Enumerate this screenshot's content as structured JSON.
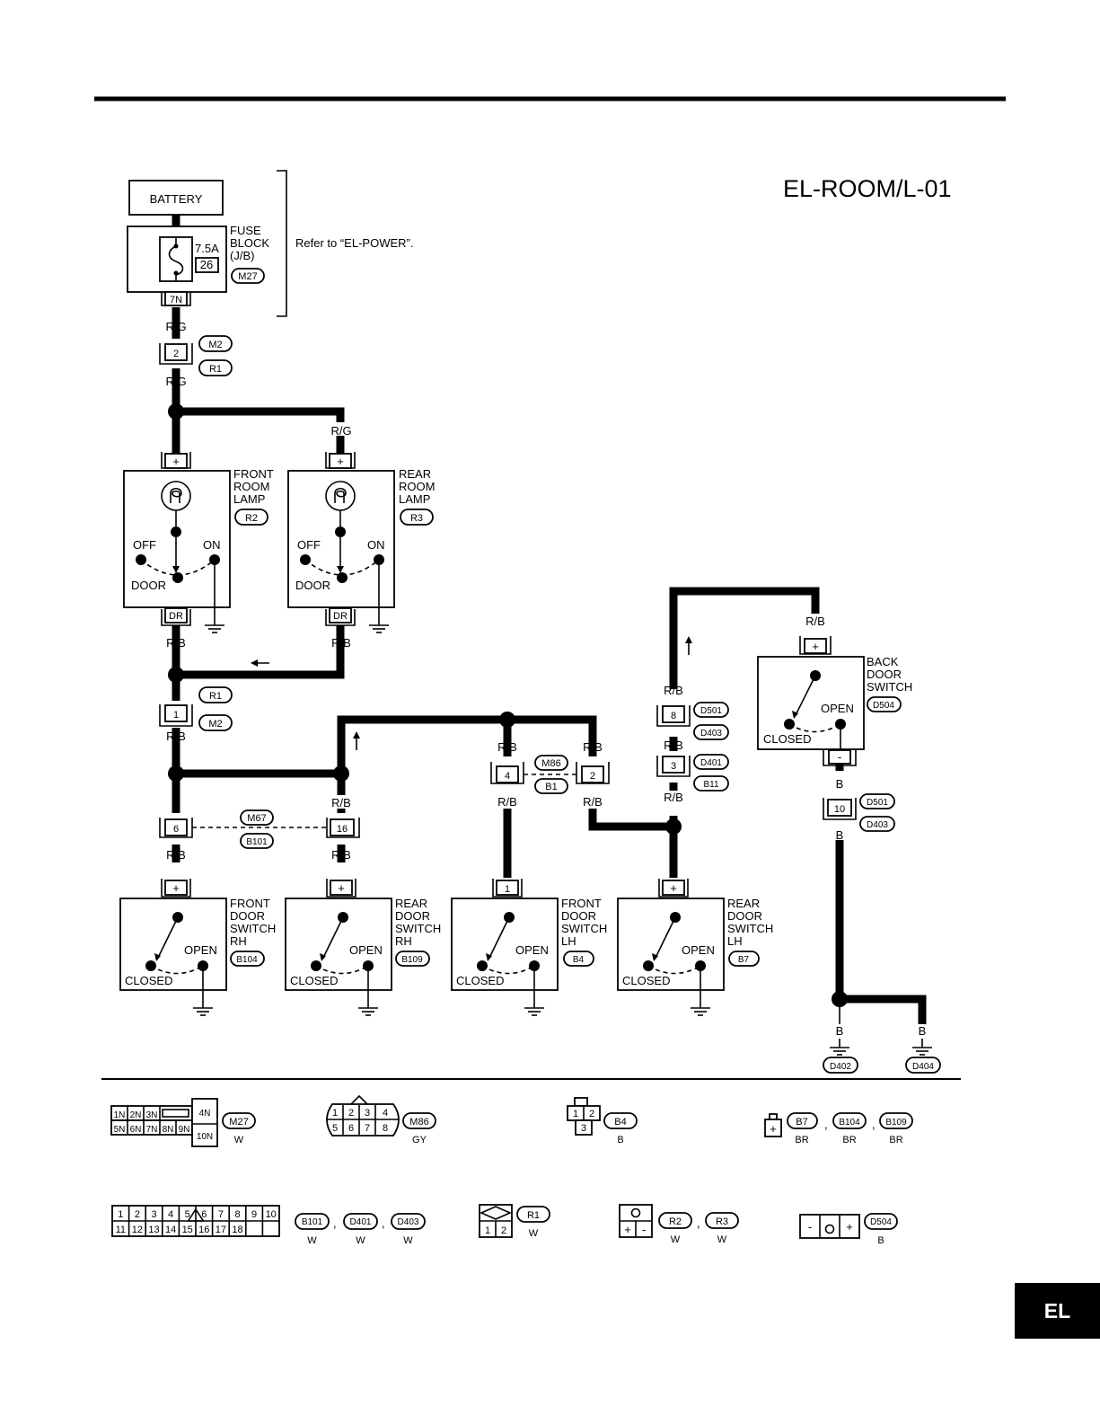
{
  "diagram_id": "EL-ROOM/L-01",
  "section_tab": "EL",
  "battery": "BATTERY",
  "fuse_block": {
    "name": [
      "FUSE",
      "BLOCK",
      "(J/B)"
    ],
    "rating": "7.5A",
    "number": "26",
    "connector": "M27",
    "terminal": "7N"
  },
  "refer_text": "Refer to “EL-POWER”.",
  "wires": {
    "rg": "R/G",
    "rb": "R/B",
    "b": "B"
  },
  "terminals": {
    "plus": "+",
    "minus": "-",
    "dr": "DR",
    "t1": "1",
    "t2": "2",
    "t3": "3",
    "t4": "4",
    "t6": "6",
    "t8": "8",
    "t10": "10",
    "t16": "16"
  },
  "lamps": {
    "front": {
      "name": [
        "FRONT",
        "ROOM",
        "LAMP"
      ],
      "connector": "R2"
    },
    "rear": {
      "name": [
        "REAR",
        "ROOM",
        "LAMP"
      ],
      "connector": "R3"
    },
    "off": "OFF",
    "on": "ON",
    "door": "DOOR"
  },
  "switches": {
    "front_rh": {
      "name": [
        "FRONT",
        "DOOR",
        "SWITCH",
        "RH"
      ],
      "connector": "B104"
    },
    "rear_rh": {
      "name": [
        "REAR",
        "DOOR",
        "SWITCH",
        "RH"
      ],
      "connector": "B109"
    },
    "front_lh": {
      "name": [
        "FRONT",
        "DOOR",
        "SWITCH",
        "LH"
      ],
      "connector": "B4"
    },
    "rear_lh": {
      "name": [
        "REAR",
        "DOOR",
        "SWITCH",
        "LH"
      ],
      "connector": "B7"
    },
    "back": {
      "name": [
        "BACK",
        "DOOR",
        "SWITCH"
      ],
      "connector": "D504"
    },
    "open": "OPEN",
    "closed": "CLOSED"
  },
  "connectors": {
    "m2": "M2",
    "r1": "R1",
    "m67": "M67",
    "b101": "B101",
    "m86": "M86",
    "b1": "B1",
    "d501": "D501",
    "d403": "D403",
    "d401": "D401",
    "b11": "B11",
    "d402": "D402",
    "d404": "D404"
  },
  "legend": {
    "m27": {
      "pins_top": [
        "1N",
        "2N",
        "3N",
        "4N"
      ],
      "pins_bottom": [
        "5N",
        "6N",
        "7N",
        "8N",
        "9N",
        "10N"
      ],
      "id": "M27",
      "color": "W"
    },
    "m86": {
      "pins_top": [
        "1",
        "2",
        "3",
        "4"
      ],
      "pins_bottom": [
        "5",
        "6",
        "7",
        "8"
      ],
      "id": "M86",
      "color": "GY"
    },
    "b4": {
      "pins": [
        "1",
        "2",
        "3"
      ],
      "id": "B4",
      "color": "B"
    },
    "b7": {
      "pin": "+",
      "ids": [
        "B7",
        "B104",
        "B109"
      ],
      "colors": [
        "BR",
        "BR",
        "BR"
      ],
      "sep": ","
    },
    "b101": {
      "pins_top": [
        "1",
        "2",
        "3",
        "4",
        "5",
        "6",
        "7",
        "8",
        "9",
        "10"
      ],
      "pins_bottom": [
        "11",
        "12",
        "13",
        "14",
        "15",
        "16",
        "17",
        "18"
      ],
      "ids": [
        "B101",
        "D401",
        "D403"
      ],
      "colors": [
        "W",
        "W",
        "W"
      ],
      "sep": ","
    },
    "r1": {
      "pins": [
        "1",
        "2"
      ],
      "id": "R1",
      "color": "W"
    },
    "r2": {
      "pins": [
        "+",
        "-"
      ],
      "ids": [
        "R2",
        "R3"
      ],
      "colors": [
        "W",
        "W"
      ],
      "sep": ","
    },
    "d504": {
      "pins": [
        "-",
        "+"
      ],
      "id": "D504",
      "color": "B"
    }
  }
}
